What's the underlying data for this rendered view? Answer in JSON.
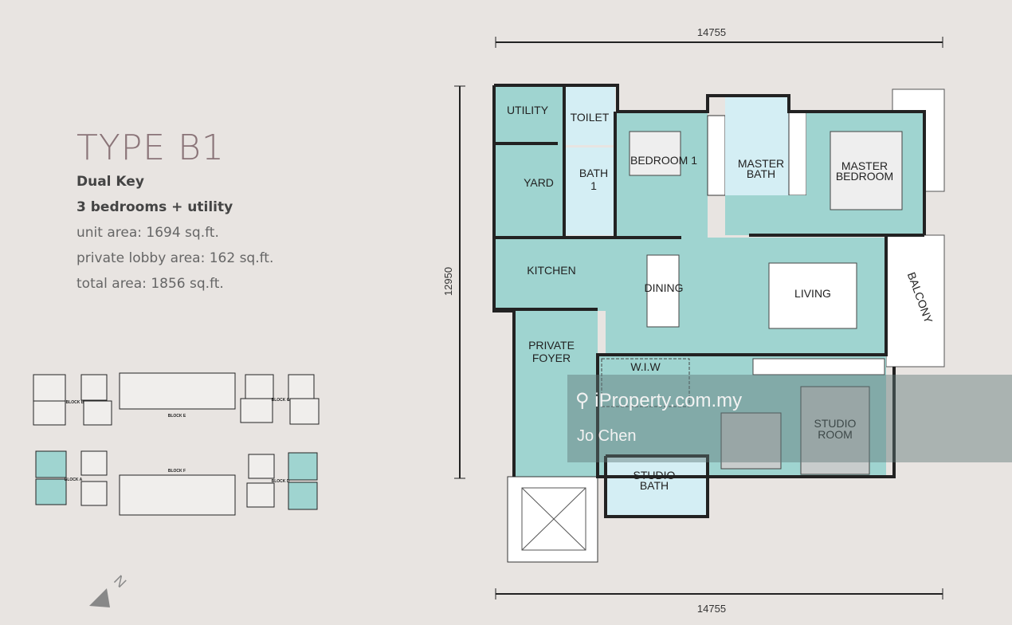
{
  "unit": {
    "title": "TYPE B1",
    "type": "Dual Key",
    "bedrooms": "3 bedrooms + utility",
    "unit_area": "unit area: 1694 sq.ft.",
    "lobby_area": "private lobby area: 162 sq.ft.",
    "total_area": "total area: 1856 sq.ft."
  },
  "dimensions": {
    "top": "14755",
    "bottom": "14755",
    "left": "12950"
  },
  "rooms": {
    "utility": "UTILITY",
    "toilet": "TOILET",
    "yard": "YARD",
    "bath1a": "BATH",
    "bath1b": "1",
    "bedroom1": "BEDROOM 1",
    "master_bath_a": "MASTER",
    "master_bath_b": "BATH",
    "master_bed_a": "MASTER",
    "master_bed_b": "BEDROOM",
    "kitchen": "KITCHEN",
    "dining": "DINING",
    "living": "LIVING",
    "balcony": "BALCONY",
    "foyer_a": "PRIVATE",
    "foyer_b": "FOYER",
    "wiw": "W.I.W",
    "studio_room_a": "STUDIO",
    "studio_room_b": "ROOM",
    "studio_bath_a": "STUDIO",
    "studio_bath_b": "BATH"
  },
  "keyplan": {
    "blocks": [
      "BLOCK B",
      "BLOCK E",
      "BLOCK C",
      "BLOCK A",
      "BLOCK F",
      "BLOCK D"
    ],
    "highlight_color": "#9fd4d0"
  },
  "north_label": "N",
  "watermark": {
    "logo": "iProperty.com.my",
    "agent": "Jo Chen"
  },
  "colors": {
    "background": "#e8e4e1",
    "room_fill": "#9fd4d0",
    "wet_fill": "#d4eef4",
    "title": "#8a7478",
    "wall": "#222222"
  }
}
